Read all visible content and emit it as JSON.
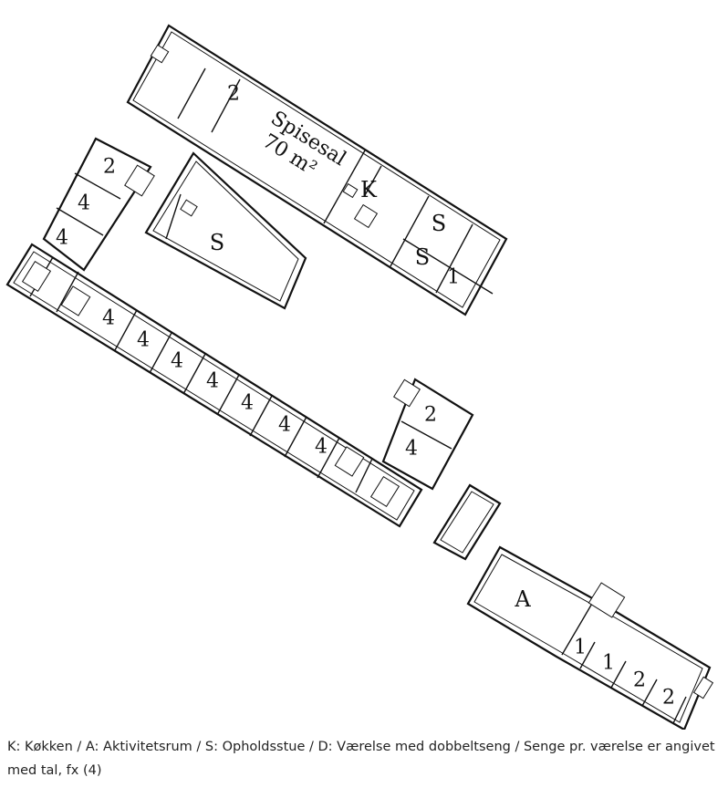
{
  "labels": {
    "dining_hall_line1": "Spisesal",
    "dining_hall_line2": "70 m²",
    "kitchen": "K",
    "lounge": "S",
    "activity": "A",
    "beds_1": "1",
    "beds_2": "2",
    "beds_4": "4"
  },
  "caption": "K: Køkken / A: Aktivitetsrum / S: Opholdsstue / D: Værelse med dobbeltseng / Senge pr. værelse er angivet med tal, fx (4)"
}
